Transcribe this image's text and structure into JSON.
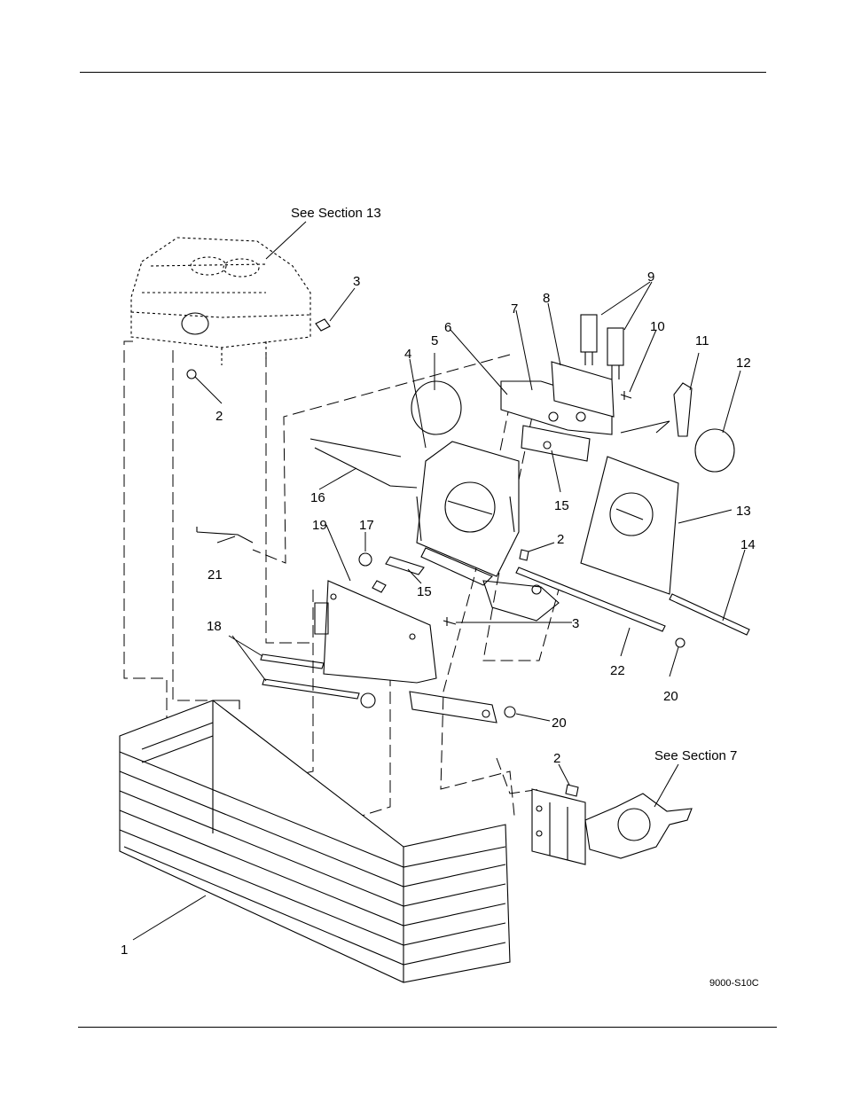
{
  "figure_code": "9000-S10C",
  "section_refs": {
    "top": "See Section 13",
    "bottom": "See Section 7"
  },
  "callouts": {
    "c1": "1",
    "c2a": "2",
    "c2b": "2",
    "c2c": "2",
    "c3a": "3",
    "c3b": "3",
    "c4": "4",
    "c5": "5",
    "c6": "6",
    "c7": "7",
    "c8": "8",
    "c9": "9",
    "c10": "10",
    "c11": "11",
    "c12": "12",
    "c13": "13",
    "c14": "14",
    "c15a": "15",
    "c15b": "15",
    "c16": "16",
    "c17": "17",
    "c18": "18",
    "c19": "19",
    "c20a": "20",
    "c20b": "20",
    "c21": "21",
    "c22": "22"
  }
}
